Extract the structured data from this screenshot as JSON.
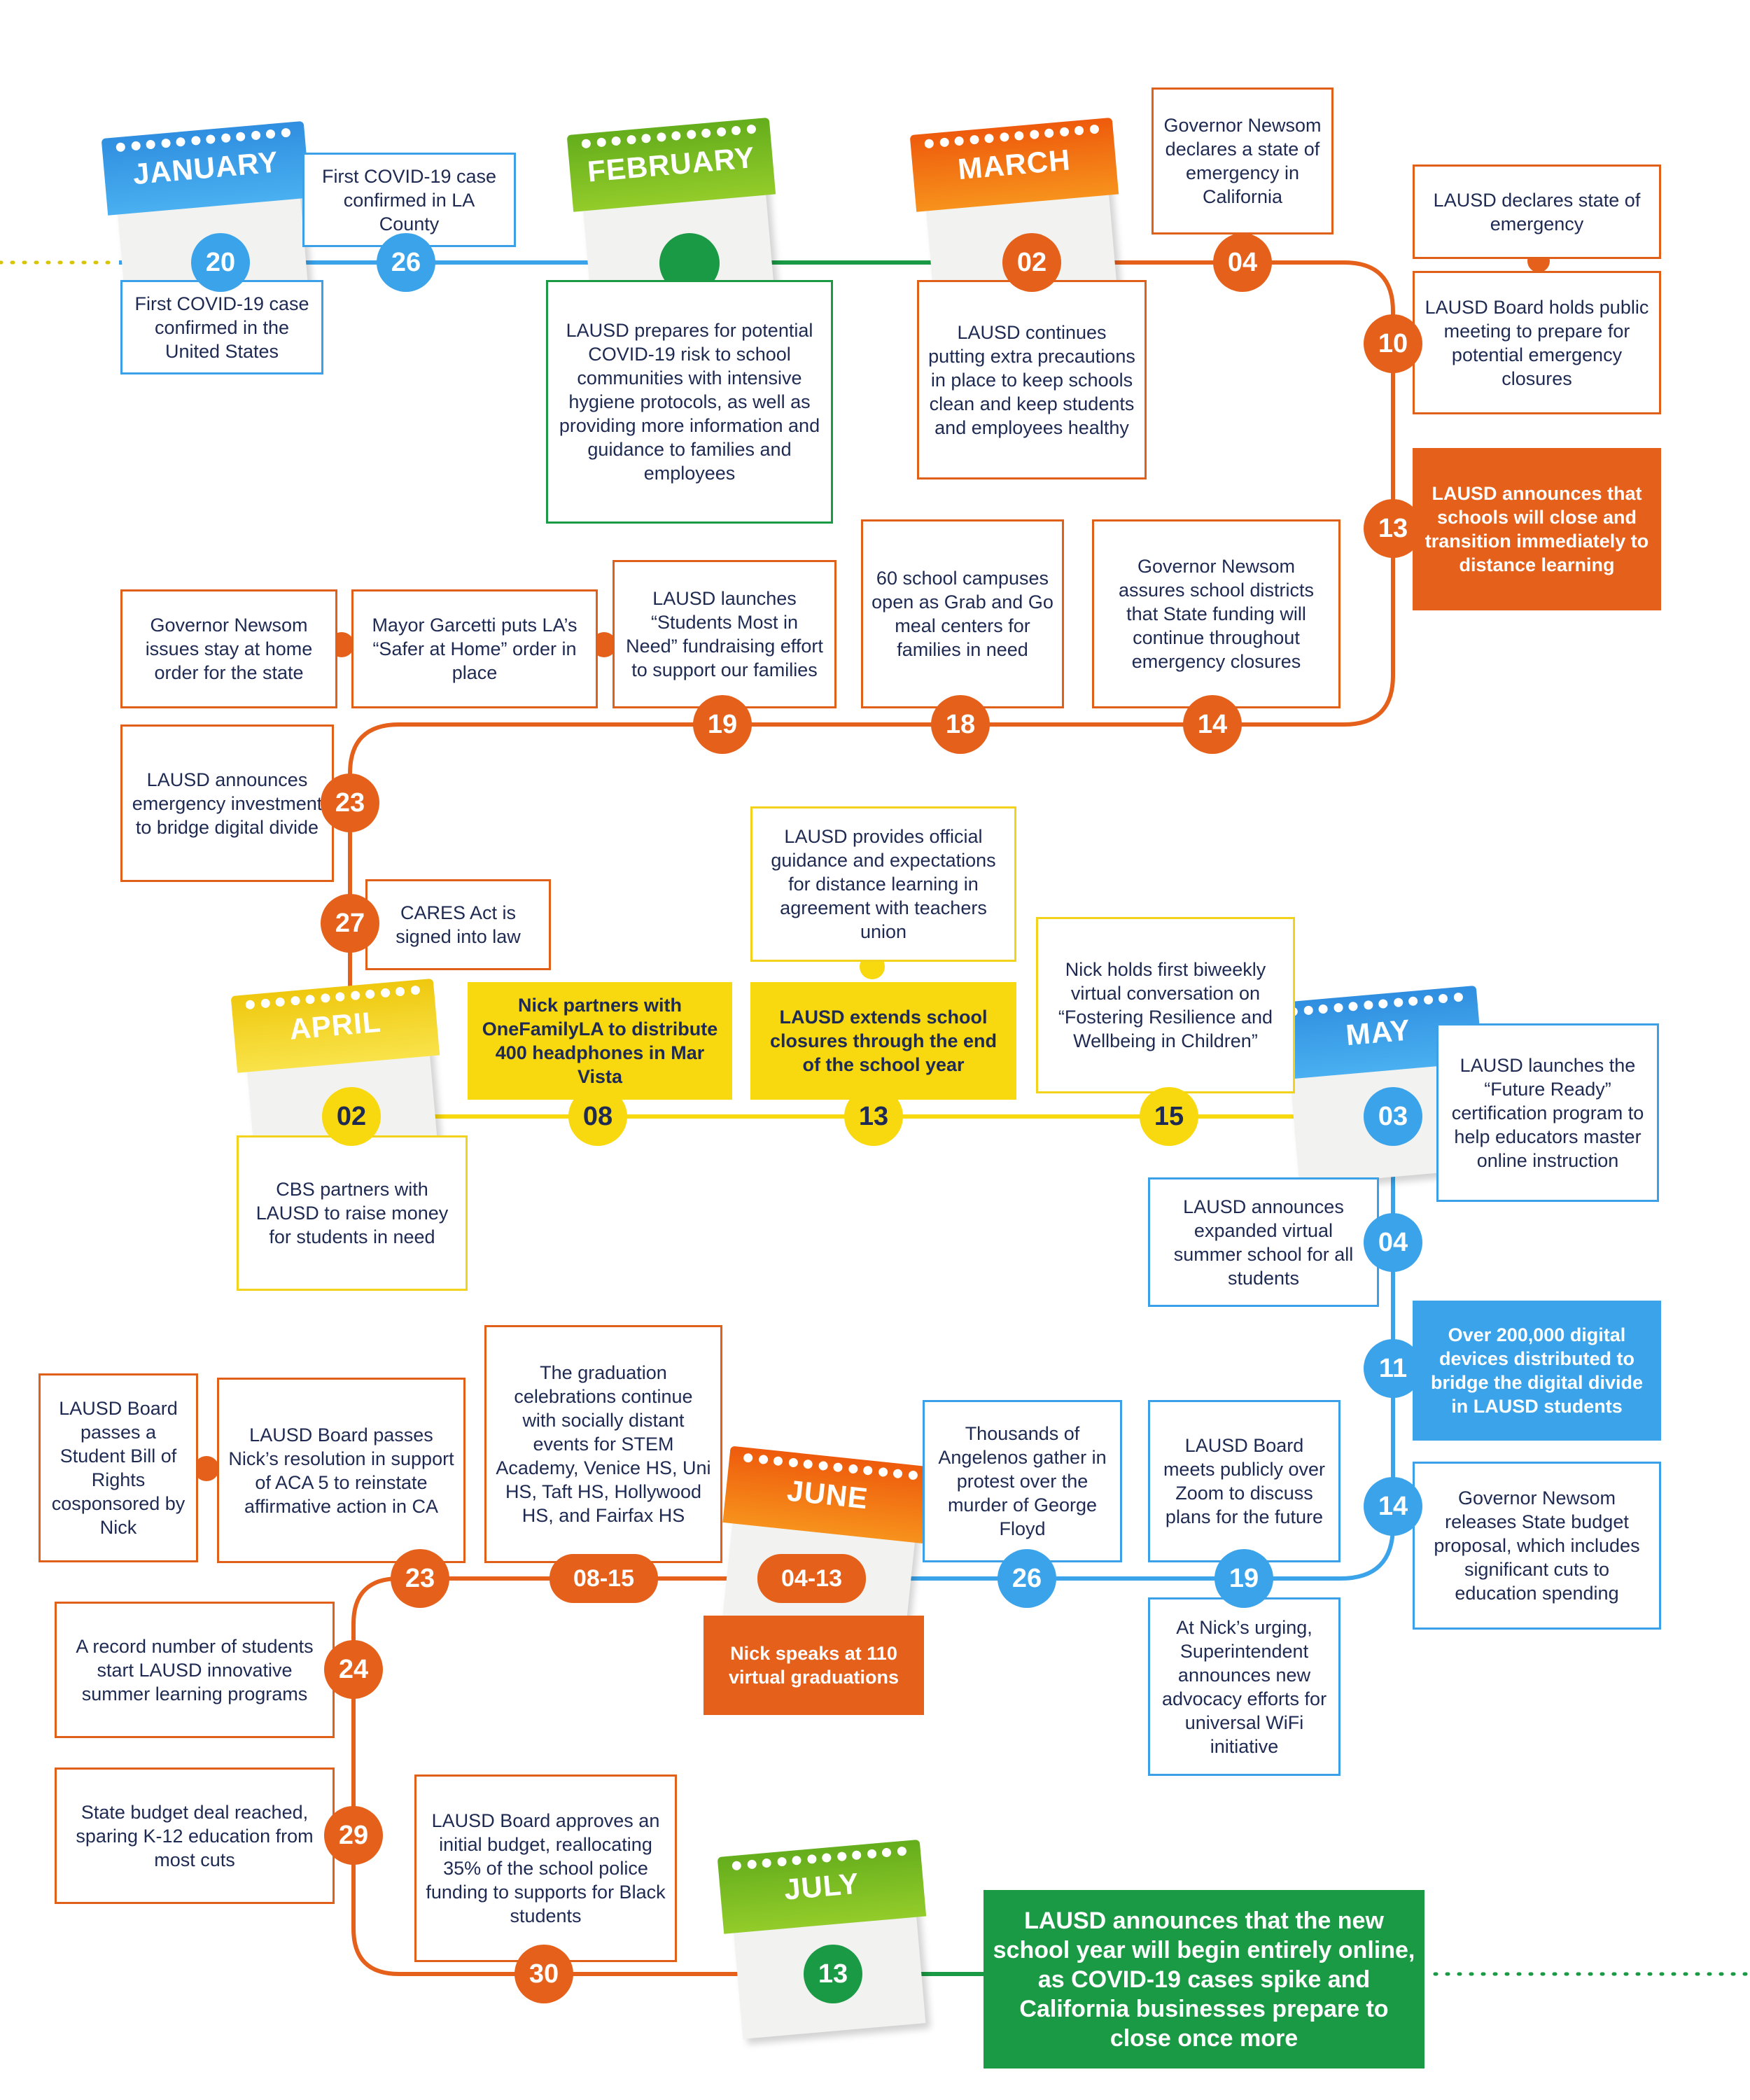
{
  "months": [
    "JANUARY",
    "FEBRUARY",
    "MARCH",
    "APRIL",
    "MAY",
    "JUNE",
    "JULY"
  ],
  "days": [
    "20",
    "26",
    "02",
    "04",
    "10",
    "13",
    "14",
    "18",
    "19",
    "23",
    "27",
    "02",
    "08",
    "13",
    "15",
    "03",
    "04",
    "11",
    "14",
    "19",
    "26",
    "04-13",
    "08-15",
    "23",
    "24",
    "29",
    "30",
    "13"
  ],
  "events": [
    "First COVID-19 case confirmed in the United States",
    "First COVID-19 case confirmed in LA County",
    "LAUSD prepares for potential COVID-19 risk to school communities with intensive hygiene protocols, as well as providing more information and guidance to families and employees",
    "LAUSD continues putting extra precautions in place to keep schools clean and keep students and employees healthy",
    "Governor Newsom declares a state of emergency in California",
    "LAUSD declares state of emergency",
    "LAUSD Board holds public meeting to prepare for potential emergency closures",
    "LAUSD announces that schools will close and transition immediately to distance learning",
    "Governor Newsom assures school districts that State funding will continue throughout emergency closures",
    "60 school campuses open as Grab and Go meal centers for families in need",
    "LAUSD launches “Students Most in Need” fundraising effort to support our families",
    "Mayor Garcetti puts LA’s “Safer at Home” order in place",
    "Governor Newsom issues stay at home order for the state",
    "LAUSD announces emergency investment to bridge digital divide",
    "CARES Act is signed into law",
    "CBS partners with LAUSD to raise money for students in need",
    "Nick partners with OneFamilyLA to distribute 400 headphones in Mar Vista",
    "LAUSD provides official guidance and expectations for distance learning in agreement with teachers union",
    "LAUSD extends school closures through the end of the school year",
    "Nick holds first biweekly virtual conversation on “Fostering Resilience and Wellbeing in Children”",
    "LAUSD launches the “Future Ready” certification program to help educators master online instruction",
    "LAUSD announces expanded virtual summer school for all students",
    "Over 200,000 digital devices distributed to bridge the digital divide in LAUSD students",
    "Governor Newsom releases State budget proposal, which includes significant cuts to education spending",
    "LAUSD Board meets publicly over Zoom to discuss plans for the future",
    "At Nick’s urging, Superintendent announces new advocacy efforts for universal WiFi initiative",
    "Thousands of Angelenos gather in protest over the murder of George Floyd",
    "Nick speaks at 110 virtual graduations",
    "The graduation celebrations continue with socially distant events for STEM Academy, Venice HS, Uni HS, Taft HS, Hollywood HS, and Fairfax HS",
    "LAUSD Board passes Nick’s resolution in support of ACA 5 to reinstate affirmative action in CA",
    "LAUSD Board passes a Student Bill of Rights cosponsored by Nick",
    "A record number of students start LAUSD innovative summer learning programs",
    "State budget deal reached, sparing K-12 education from most cuts",
    "LAUSD Board approves an initial budget, reallocating 35% of the school police  funding to supports for Black students",
    "LAUSD announces that the new school year will begin entirely online, as COVID-19 cases spike and California businesses prepare to close once more"
  ],
  "colors": {
    "orange": "#e5601a",
    "blue": "#3aa3ea",
    "green": "#1a9a45",
    "yellow": "#f8d80e",
    "text": "#1e2a52"
  }
}
